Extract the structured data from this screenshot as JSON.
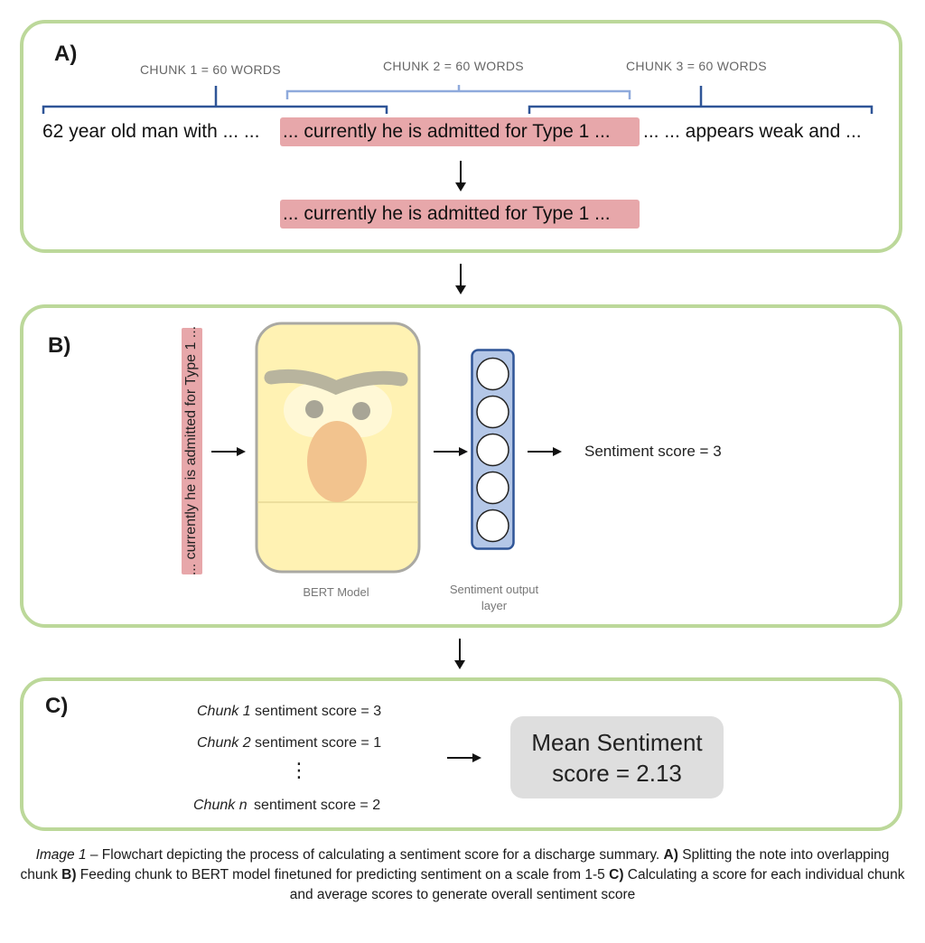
{
  "panel_a": {
    "label": "A)",
    "chunk_labels": [
      "CHUNK 1 = 60 WORDS",
      "CHUNK 2 = 60 WORDS",
      "CHUNK 3 = 60 WORDS"
    ],
    "text_segments": [
      "62 year old man with ... ...",
      "... currently he is admitted for Type 1 ...",
      "... ... appears weak and ..."
    ],
    "selected_chunk": "... currently he is admitted for Type 1 ..."
  },
  "panel_b": {
    "label": "B)",
    "vertical_chunk": "... currently he is admitted for Type 1 ...",
    "bert_label": "BERT Model",
    "output_layer_label": "Sentiment output layer",
    "output_nodes": 5,
    "sentiment_text": "Sentiment score = 3"
  },
  "panel_c": {
    "label": "C)",
    "rows": [
      {
        "chunk": "Chunk 1",
        "text": "sentiment score = 3"
      },
      {
        "chunk": "Chunk 2",
        "text": "sentiment score = 1"
      },
      {
        "chunk": "Chunk n",
        "text": "sentiment score = 2"
      }
    ],
    "ellipsis": "⋮",
    "mean_line1": "Mean Sentiment",
    "mean_line2": "score = 2.13"
  },
  "caption": {
    "image_label": "Image 1",
    "intro": " – Flowchart depicting the process of calculating a sentiment score for a discharge summary. ",
    "a_key": "A)",
    "a_text": " Splitting the note into overlapping chunk ",
    "b_key": "B)",
    "b_text": " Feeding chunk to BERT model finetuned for predicting sentiment on a scale from 1-5 ",
    "c_key": "C)",
    "c_text": " Calculating a score for each individual chunk and average scores to generate overall sentiment score"
  },
  "colors": {
    "panel_border": "#bcd89a",
    "highlight": "#e7a7aa",
    "bracket_dark": "#2f5597",
    "bracket_light": "#8faadc",
    "output_layer_fill": "#b4c7e7",
    "output_layer_border": "#2f5597",
    "bert_face": "#fff2b3",
    "mean_box": "#dedede"
  }
}
